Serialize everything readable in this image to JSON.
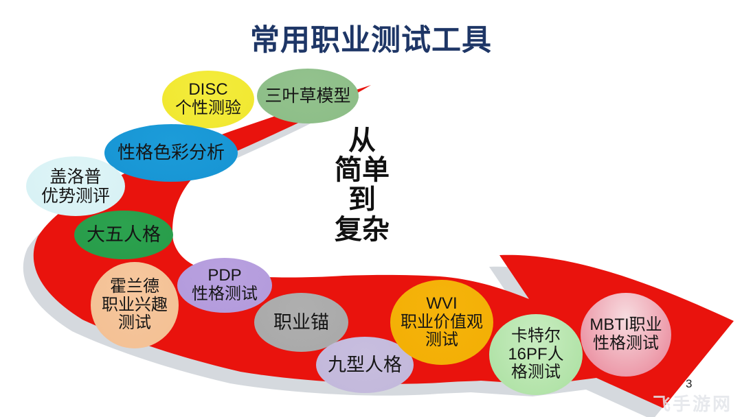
{
  "slide": {
    "title": "常用职业测试工具",
    "center_text": "从\n简单\n到\n复杂",
    "page_number": "3",
    "watermark": "飞手游网"
  },
  "colors": {
    "title": "#1E3666",
    "center_text": "#111111",
    "arrow": "#E9130D",
    "arrow_shadow": "#D5D9DE"
  },
  "bubbles": [
    {
      "id": "clover-model",
      "label": "三叶草模型",
      "c1": "#93C28E",
      "c2": "#8CBD86"
    },
    {
      "id": "disc-test",
      "label": "DISC\n个性测验",
      "c1": "#F4EC3C",
      "c2": "#F0E72F"
    },
    {
      "id": "color-personality",
      "label": "性格色彩分析",
      "c1": "#1C9CD9",
      "c2": "#1794D3"
    },
    {
      "id": "gallup-strengths",
      "label": "盖洛普\n优势测评",
      "c1": "#DFF5F7",
      "c2": "#D6F1F4"
    },
    {
      "id": "big-five",
      "label": "大五人格",
      "c1": "#2CA24F",
      "c2": "#279C49"
    },
    {
      "id": "holland-interest",
      "label": "霍兰德\n职业兴趣\n测试",
      "c1": "#F6C79E",
      "c2": "#F3BF92"
    },
    {
      "id": "career-anchor",
      "label": "职业锚",
      "c1": "#AFAFAF",
      "c2": "#A8A8A8"
    },
    {
      "id": "pdp-test",
      "label": "PDP\n性格测试",
      "c1": "#B9A1E0",
      "c2": "#B29ADB"
    },
    {
      "id": "enneagram",
      "label": "九型人格",
      "c1": "#C8BEDF",
      "c2": "#C1B7DA"
    },
    {
      "id": "wvi-values",
      "label": "WVI\n职业价值观\n测试",
      "c1": "#F6B40B",
      "c2": "#F2AE04"
    },
    {
      "id": "cattell-16pf",
      "label": "卡特尔\n16PF人\n格测试",
      "c1": "#C9EDC1",
      "c2": "#A9DF9F"
    },
    {
      "id": "mbti-test",
      "label": "MBTI职业\n性格测试",
      "c1": "#F7DCE0",
      "c2": "#E87F93"
    }
  ]
}
